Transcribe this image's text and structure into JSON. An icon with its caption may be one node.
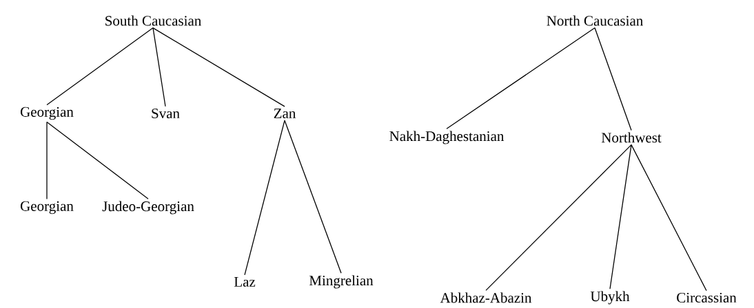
{
  "diagram": {
    "nodes": [
      {
        "text": [
          "South Caucasian"
        ]
      },
      {
        "text": [
          "Georgian"
        ]
      },
      {
        "text": [
          "Svan"
        ]
      },
      {
        "text": [
          "Zan"
        ]
      },
      {
        "text": [
          "Georgian"
        ]
      },
      {
        "text": [
          "Judeo-Georgian"
        ]
      },
      {
        "text": [
          "Laz"
        ]
      },
      {
        "text": [
          "Mingrelian"
        ]
      },
      {
        "text": [
          "North Caucasian"
        ]
      },
      {
        "text": [
          "Nakh-Daghestanian"
        ]
      },
      {
        "text": [
          "Northwest"
        ]
      },
      {
        "text": [
          "Abkhaz-Abazin"
        ]
      },
      {
        "text": [
          "Ubykh"
        ]
      },
      {
        "text": [
          "Circassian"
        ]
      }
    ],
    "edges": [
      {
        "from": 0,
        "to": 1,
        "arrow": "none"
      },
      {
        "from": 0,
        "to": 2,
        "arrow": "none"
      },
      {
        "from": 0,
        "to": 3,
        "arrow": "none"
      },
      {
        "from": 1,
        "to": 4,
        "arrow": "none"
      },
      {
        "from": 1,
        "to": 5,
        "arrow": "none"
      },
      {
        "from": 3,
        "to": 6,
        "arrow": "none"
      },
      {
        "from": 3,
        "to": 7,
        "arrow": "none"
      },
      {
        "from": 8,
        "to": 9,
        "arrow": "none"
      },
      {
        "from": 8,
        "to": 10,
        "arrow": "none"
      },
      {
        "from": 10,
        "to": 11,
        "arrow": "none"
      },
      {
        "from": 10,
        "to": 12,
        "arrow": "none"
      },
      {
        "from": 10,
        "to": 13,
        "arrow": "none"
      }
    ]
  }
}
